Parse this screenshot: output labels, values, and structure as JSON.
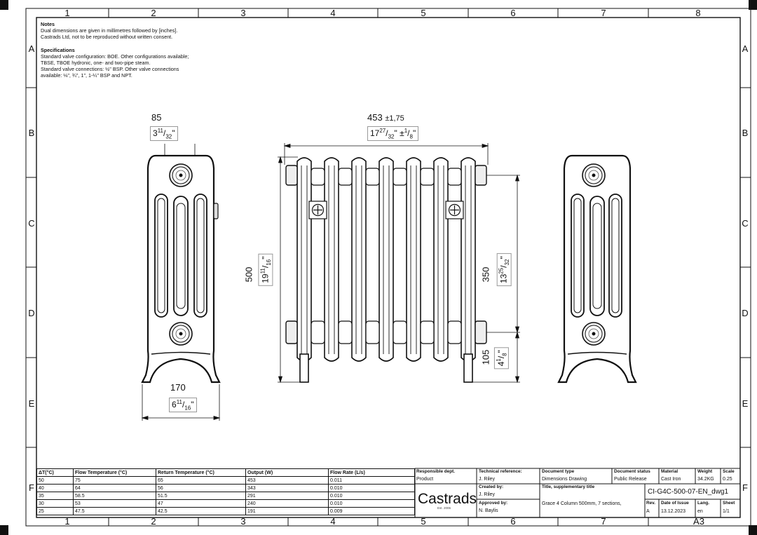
{
  "grid": {
    "columns": [
      "1",
      "2",
      "3",
      "4",
      "5",
      "6",
      "7",
      "8"
    ],
    "rows": [
      "A",
      "B",
      "C",
      "D",
      "E",
      "F"
    ]
  },
  "notes": {
    "heading": "Notes",
    "lines": [
      "Dual dimensions are given in millimetres followed by [inches].",
      "Castrads Ltd, not to be reproduced without written consent."
    ],
    "spec_heading": "Specifications",
    "spec_lines": [
      "Standard valve configuration: BOE. Other configurations available;",
      "TBSE, TBOE hydronic, one- and two-pipe steam.",
      "Standard valve connections: ½\" BSP. Other valve connections",
      "available: ⅛\", ¾\", 1\", 1-¼\" BSP and NPT."
    ]
  },
  "dimensions": {
    "depth_top_mm": "85",
    "depth_top_in_whole": "3",
    "depth_top_in_num": "11",
    "depth_top_in_den": "32",
    "width_mm": "453",
    "width_tol_mm": "±1,75",
    "width_in_whole": "17",
    "width_in_num": "27",
    "width_in_den": "32",
    "width_tol_in_prefix": "±",
    "width_tol_in_num": "1",
    "width_tol_in_den": "8",
    "height_mm": "500",
    "height_in_whole": "19",
    "height_in_num": "11",
    "height_in_den": "16",
    "centres_mm": "350",
    "centres_in_whole": "13",
    "centres_in_num": "25",
    "centres_in_den": "32",
    "floor_mm": "105",
    "floor_in_whole": "4",
    "floor_in_num": "1",
    "floor_in_den": "8",
    "foot_mm": "170",
    "foot_in_whole": "6",
    "foot_in_num": "11",
    "foot_in_den": "16",
    "inch_mark": "\""
  },
  "flow_table": {
    "headers": [
      "ΔT(°C)",
      "Flow Temperature (°C)",
      "Return Temperature (°C)",
      "Output (W)",
      "Flow Rate (L/s)"
    ],
    "rows": [
      [
        "50",
        "75",
        "65",
        "453",
        "0.011"
      ],
      [
        "40",
        "64",
        "56",
        "343",
        "0.010"
      ],
      [
        "35",
        "58.5",
        "51.5",
        "291",
        "0.010"
      ],
      [
        "30",
        "53",
        "47",
        "240",
        "0.010"
      ],
      [
        "25",
        "47.5",
        "42.5",
        "191",
        "0.009"
      ]
    ]
  },
  "title_block": {
    "responsible_label": "Responsible dept.",
    "responsible_value": "Product",
    "tech_ref_label": "Technical reference:",
    "tech_ref_value": "J. Riley",
    "created_label": "Created by:",
    "created_value": "J. Riley",
    "approved_label": "Approved by:",
    "approved_value": "N. Baylis",
    "doc_type_label": "Document type",
    "doc_type_value": "Dimensions Drawing",
    "doc_status_label": "Document status",
    "doc_status_value": "Public Release",
    "material_label": "Material",
    "material_value": "Cast Iron",
    "weight_label": "Weight",
    "weight_value": "34.2KG",
    "scale_label": "Scale",
    "scale_value": "0.25",
    "title_label": "Title, supplementary title",
    "title_value": "Grace 4 Column 500mm, 7 sections,",
    "drawing_id": "CI-G4C-500-07-EN_dwg1",
    "rev_label": "Rev.",
    "rev_value": "A",
    "issue_label": "Date of Issue",
    "issue_value": "13.12.2023",
    "lang_label": "Lang.",
    "lang_value": "en",
    "sheet_label": "Sheet",
    "sheet_value": "1/1",
    "logo_text": "Castrads",
    "logo_sub": "Est. 2006",
    "paper_size": "A3"
  }
}
